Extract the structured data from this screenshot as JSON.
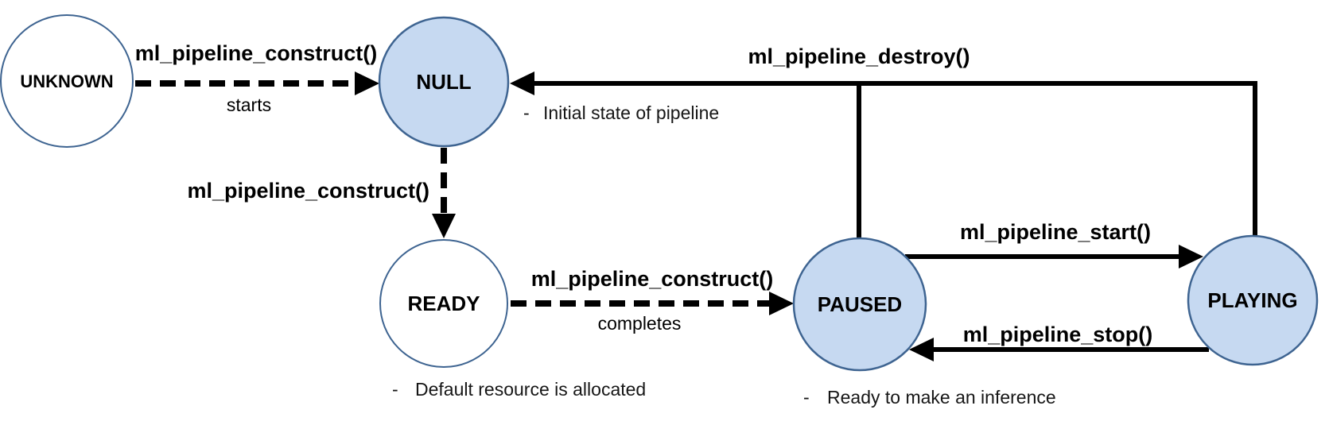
{
  "diagram": {
    "kind": "state-machine",
    "subject": "ML pipeline states"
  },
  "colors": {
    "state_fill": "#C6D9F1",
    "state_stroke": "#3E6491",
    "arrow": "#000000",
    "text": "#000000",
    "background": "#FFFFFF"
  },
  "states": [
    {
      "label": "UNKNOWN",
      "filled": false
    },
    {
      "label": "NULL",
      "filled": true,
      "note_bullet": "-",
      "note": "Initial state of pipeline"
    },
    {
      "label": "READY",
      "filled": false,
      "note_bullet": "-",
      "note": "Default resource is allocated"
    },
    {
      "label": "PAUSED",
      "filled": true,
      "note_bullet": "-",
      "note": "Ready to make an inference"
    },
    {
      "label": "PLAYING",
      "filled": true
    }
  ],
  "transitions": [
    {
      "from": "UNKNOWN",
      "to": "NULL",
      "style": "dashed",
      "label": "ml_pipeline_construct()",
      "sublabel": "starts"
    },
    {
      "from": "NULL",
      "to": "READY",
      "style": "dashed",
      "label": "ml_pipeline_construct()"
    },
    {
      "from": "READY",
      "to": "PAUSED",
      "style": "dashed",
      "label": "ml_pipeline_construct()",
      "sublabel": "completes"
    },
    {
      "from": "PAUSED",
      "to": "PLAYING",
      "style": "solid",
      "label": "ml_pipeline_start()"
    },
    {
      "from": "PLAYING",
      "to": "PAUSED",
      "style": "solid",
      "label": "ml_pipeline_stop()"
    },
    {
      "from": "PAUSED, PLAYING",
      "to": "NULL",
      "style": "solid",
      "label": "ml_pipeline_destroy()"
    }
  ]
}
